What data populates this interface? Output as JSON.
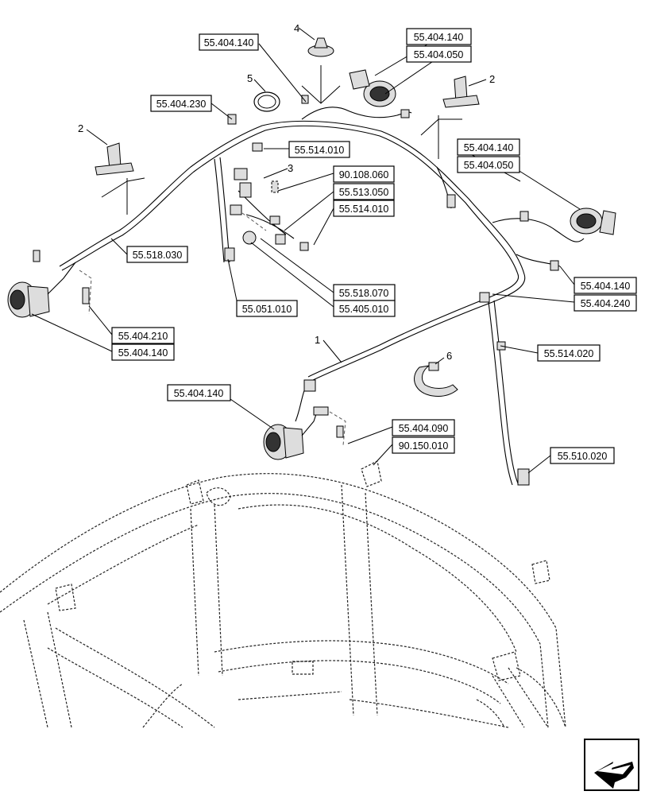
{
  "references": [
    {
      "id": "r1",
      "label": "55.404.140"
    },
    {
      "id": "r2",
      "label": "55.404.140"
    },
    {
      "id": "r3",
      "label": "55.404.050"
    },
    {
      "id": "r4",
      "label": "55.404.230"
    },
    {
      "id": "r5",
      "label": "55.514.010"
    },
    {
      "id": "r6",
      "label": "90.108.060"
    },
    {
      "id": "r7",
      "label": "55.513.050"
    },
    {
      "id": "r8",
      "label": "55.514.010"
    },
    {
      "id": "r9",
      "label": "55.404.140"
    },
    {
      "id": "r10",
      "label": "55.404.050"
    },
    {
      "id": "r11",
      "label": "55.518.030"
    },
    {
      "id": "r12",
      "label": "55.518.070"
    },
    {
      "id": "r13",
      "label": "55.051.010"
    },
    {
      "id": "r14",
      "label": "55.405.010"
    },
    {
      "id": "r15",
      "label": "55.404.140"
    },
    {
      "id": "r16",
      "label": "55.404.240"
    },
    {
      "id": "r17",
      "label": "55.404.210"
    },
    {
      "id": "r18",
      "label": "55.404.140"
    },
    {
      "id": "r19",
      "label": "55.514.020"
    },
    {
      "id": "r20",
      "label": "55.404.140"
    },
    {
      "id": "r21",
      "label": "55.404.090"
    },
    {
      "id": "r22",
      "label": "90.150.010"
    },
    {
      "id": "r23",
      "label": "55.510.020"
    }
  ],
  "callouts": [
    {
      "id": "c1",
      "label": "4"
    },
    {
      "id": "c2",
      "label": "5"
    },
    {
      "id": "c3",
      "label": "2"
    },
    {
      "id": "c4",
      "label": "2"
    },
    {
      "id": "c5",
      "label": "3"
    },
    {
      "id": "c6",
      "label": "1"
    },
    {
      "id": "c7",
      "label": "6"
    }
  ],
  "nav_icon": "previous-page-arrow-icon"
}
